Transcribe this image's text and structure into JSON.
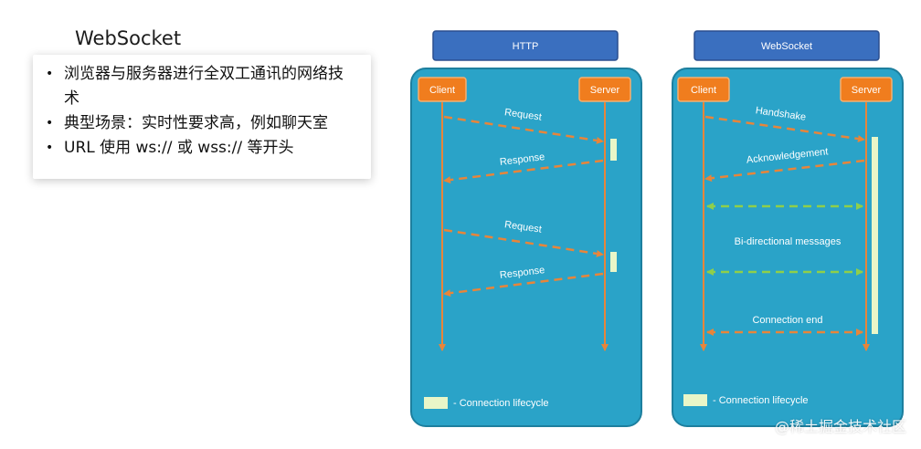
{
  "slide": {
    "title": "WebSocket",
    "bullets": [
      "浏览器与服务器进行全双工通讯的网络技术",
      "典型场景：实时性要求高，例如聊天室",
      "URL 使用 ws:// 或 wss:// 等开头"
    ],
    "bullet_first_line": "浏览器与服务器进行全双工通讯的网络技",
    "bullet_first_line_cont": "术"
  },
  "colors": {
    "panel_fill": "#2aa3c8",
    "panel_border": "#1d7f9e",
    "header_fill": "#3a6fbf",
    "header_border": "#2a4f8f",
    "node_fill": "#f07d1e",
    "node_border": "#f5b070",
    "arrow_orange": "#e8853a",
    "arrow_green": "#8fcf4a",
    "lifecycle_fill": "#e9f6c8"
  },
  "http": {
    "header": "HTTP",
    "client_label": "Client",
    "server_label": "Server",
    "messages": [
      "Request",
      "Response",
      "Request",
      "Response"
    ],
    "legend": "- Connection lifecycle"
  },
  "websocket": {
    "header": "WebSocket",
    "client_label": "Client",
    "server_label": "Server",
    "messages": [
      "Handshake",
      "Acknowledgement",
      "Bi-directional messages",
      "Connection end"
    ],
    "legend": "- Connection lifecycle"
  },
  "watermark": "@稀土掘金技术社区"
}
